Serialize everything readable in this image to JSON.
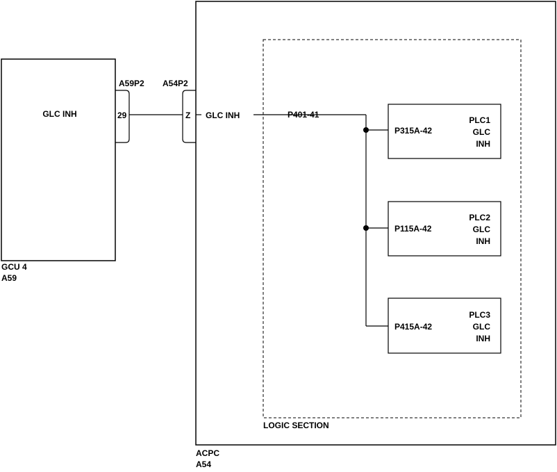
{
  "gcu": {
    "inner_label": "GLC INH",
    "name_line1": "GCU 4",
    "name_line2": "A59"
  },
  "connectors": {
    "a59p2": {
      "label": "A59P2",
      "pin": "29"
    },
    "a54p2": {
      "label": "A54P2",
      "pin": "Z"
    }
  },
  "acpc": {
    "name_line1": "ACPC",
    "name_line2": "A54",
    "signal_label": "GLC INH",
    "logic_section_label": "LOGIC SECTION",
    "bus_label": "P401-41",
    "plcs": [
      {
        "pin": "P315A-42",
        "line1": "PLC1",
        "line2": "GLC",
        "line3": "INH"
      },
      {
        "pin": "P115A-42",
        "line1": "PLC2",
        "line2": "GLC",
        "line3": "INH"
      },
      {
        "pin": "P415A-42",
        "line1": "PLC3",
        "line2": "GLC",
        "line3": "INH"
      }
    ]
  }
}
